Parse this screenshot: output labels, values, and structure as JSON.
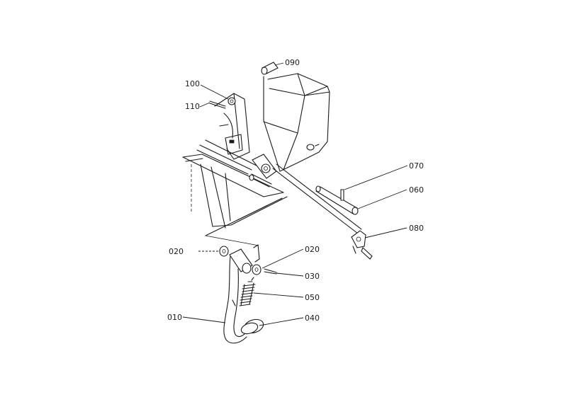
{
  "callouts": {
    "p090": "090",
    "p100": "100",
    "p110": "110",
    "p070": "070",
    "p060": "060",
    "p080": "080",
    "p020_left": "020",
    "p020_right": "020",
    "p030": "030",
    "p050": "050",
    "p010": "010",
    "p040": "040"
  }
}
